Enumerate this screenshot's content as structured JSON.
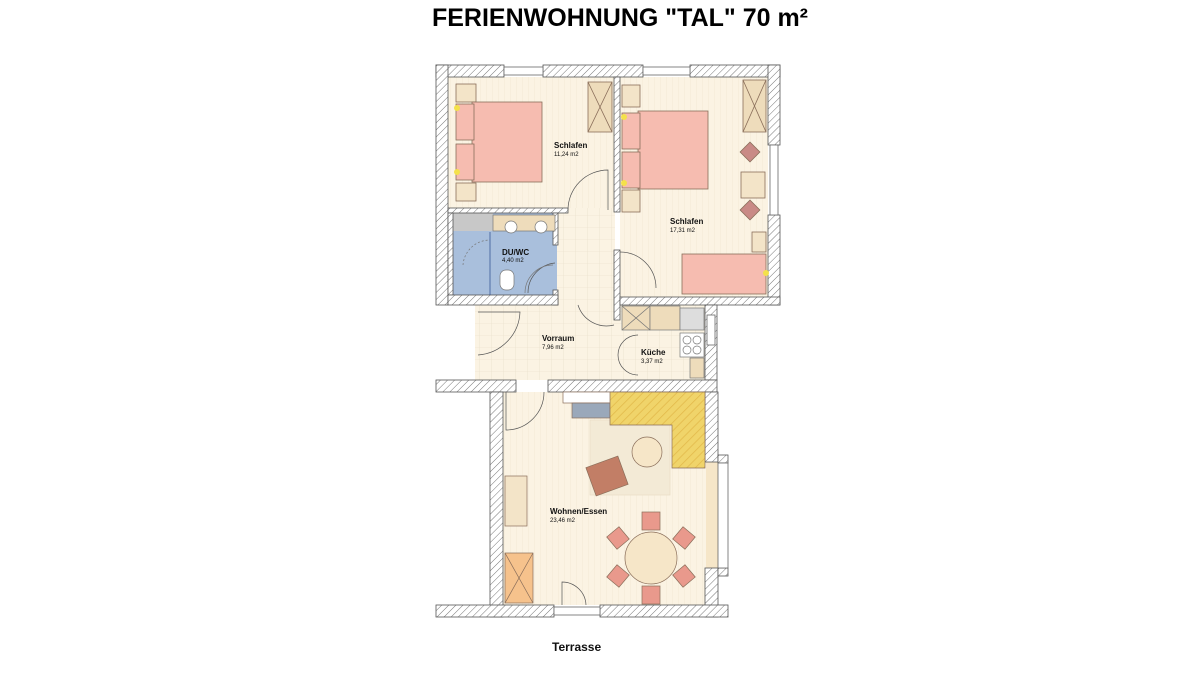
{
  "title": "FERIENWOHNUNG \"TAL\" 70 m²",
  "outside_label": "Terrasse",
  "rooms": [
    {
      "name": "Schlafen",
      "area": "11,24 m2"
    },
    {
      "name": "Schlafen",
      "area": "17,31 m2"
    },
    {
      "name": "DU/WC",
      "area": "4,40 m2"
    },
    {
      "name": "Vorraum",
      "area": "7,96 m2"
    },
    {
      "name": "Küche",
      "area": "3,37 m2"
    },
    {
      "name": "Wohnen/Essen",
      "area": "23,46 m2"
    }
  ],
  "colors": {
    "floor": "#fbf3e3",
    "bath": "#a9bfdc",
    "bed": "#f6bcb0",
    "sofa": "#f0d46a",
    "chair": "#e9998c",
    "wall": "#ffffff"
  }
}
